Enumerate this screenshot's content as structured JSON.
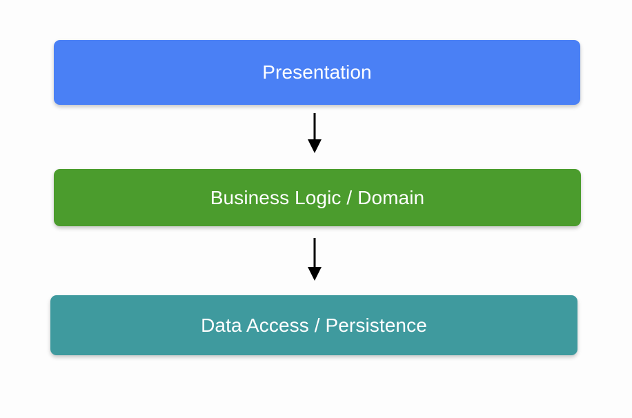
{
  "diagram": {
    "type": "layered-architecture-flow",
    "background_color": "#fdfdfd",
    "orientation": "vertical-top-down",
    "layers": [
      {
        "id": "presentation",
        "label": "Presentation",
        "fill_color": "#4a80f5",
        "text_color": "#ffffff",
        "order": 1
      },
      {
        "id": "business",
        "label": "Business Logic / Domain",
        "fill_color": "#4b9c2d",
        "text_color": "#ffffff",
        "order": 2
      },
      {
        "id": "data",
        "label": "Data Access / Persistence",
        "fill_color": "#3f9a9e",
        "text_color": "#ffffff",
        "order": 3
      }
    ],
    "connectors": [
      {
        "id": "presentation-to-business",
        "from": "presentation",
        "to": "business",
        "style": "solid-arrow",
        "color": "#000000"
      },
      {
        "id": "business-to-data",
        "from": "business",
        "to": "data",
        "style": "solid-arrow",
        "color": "#000000"
      }
    ]
  }
}
